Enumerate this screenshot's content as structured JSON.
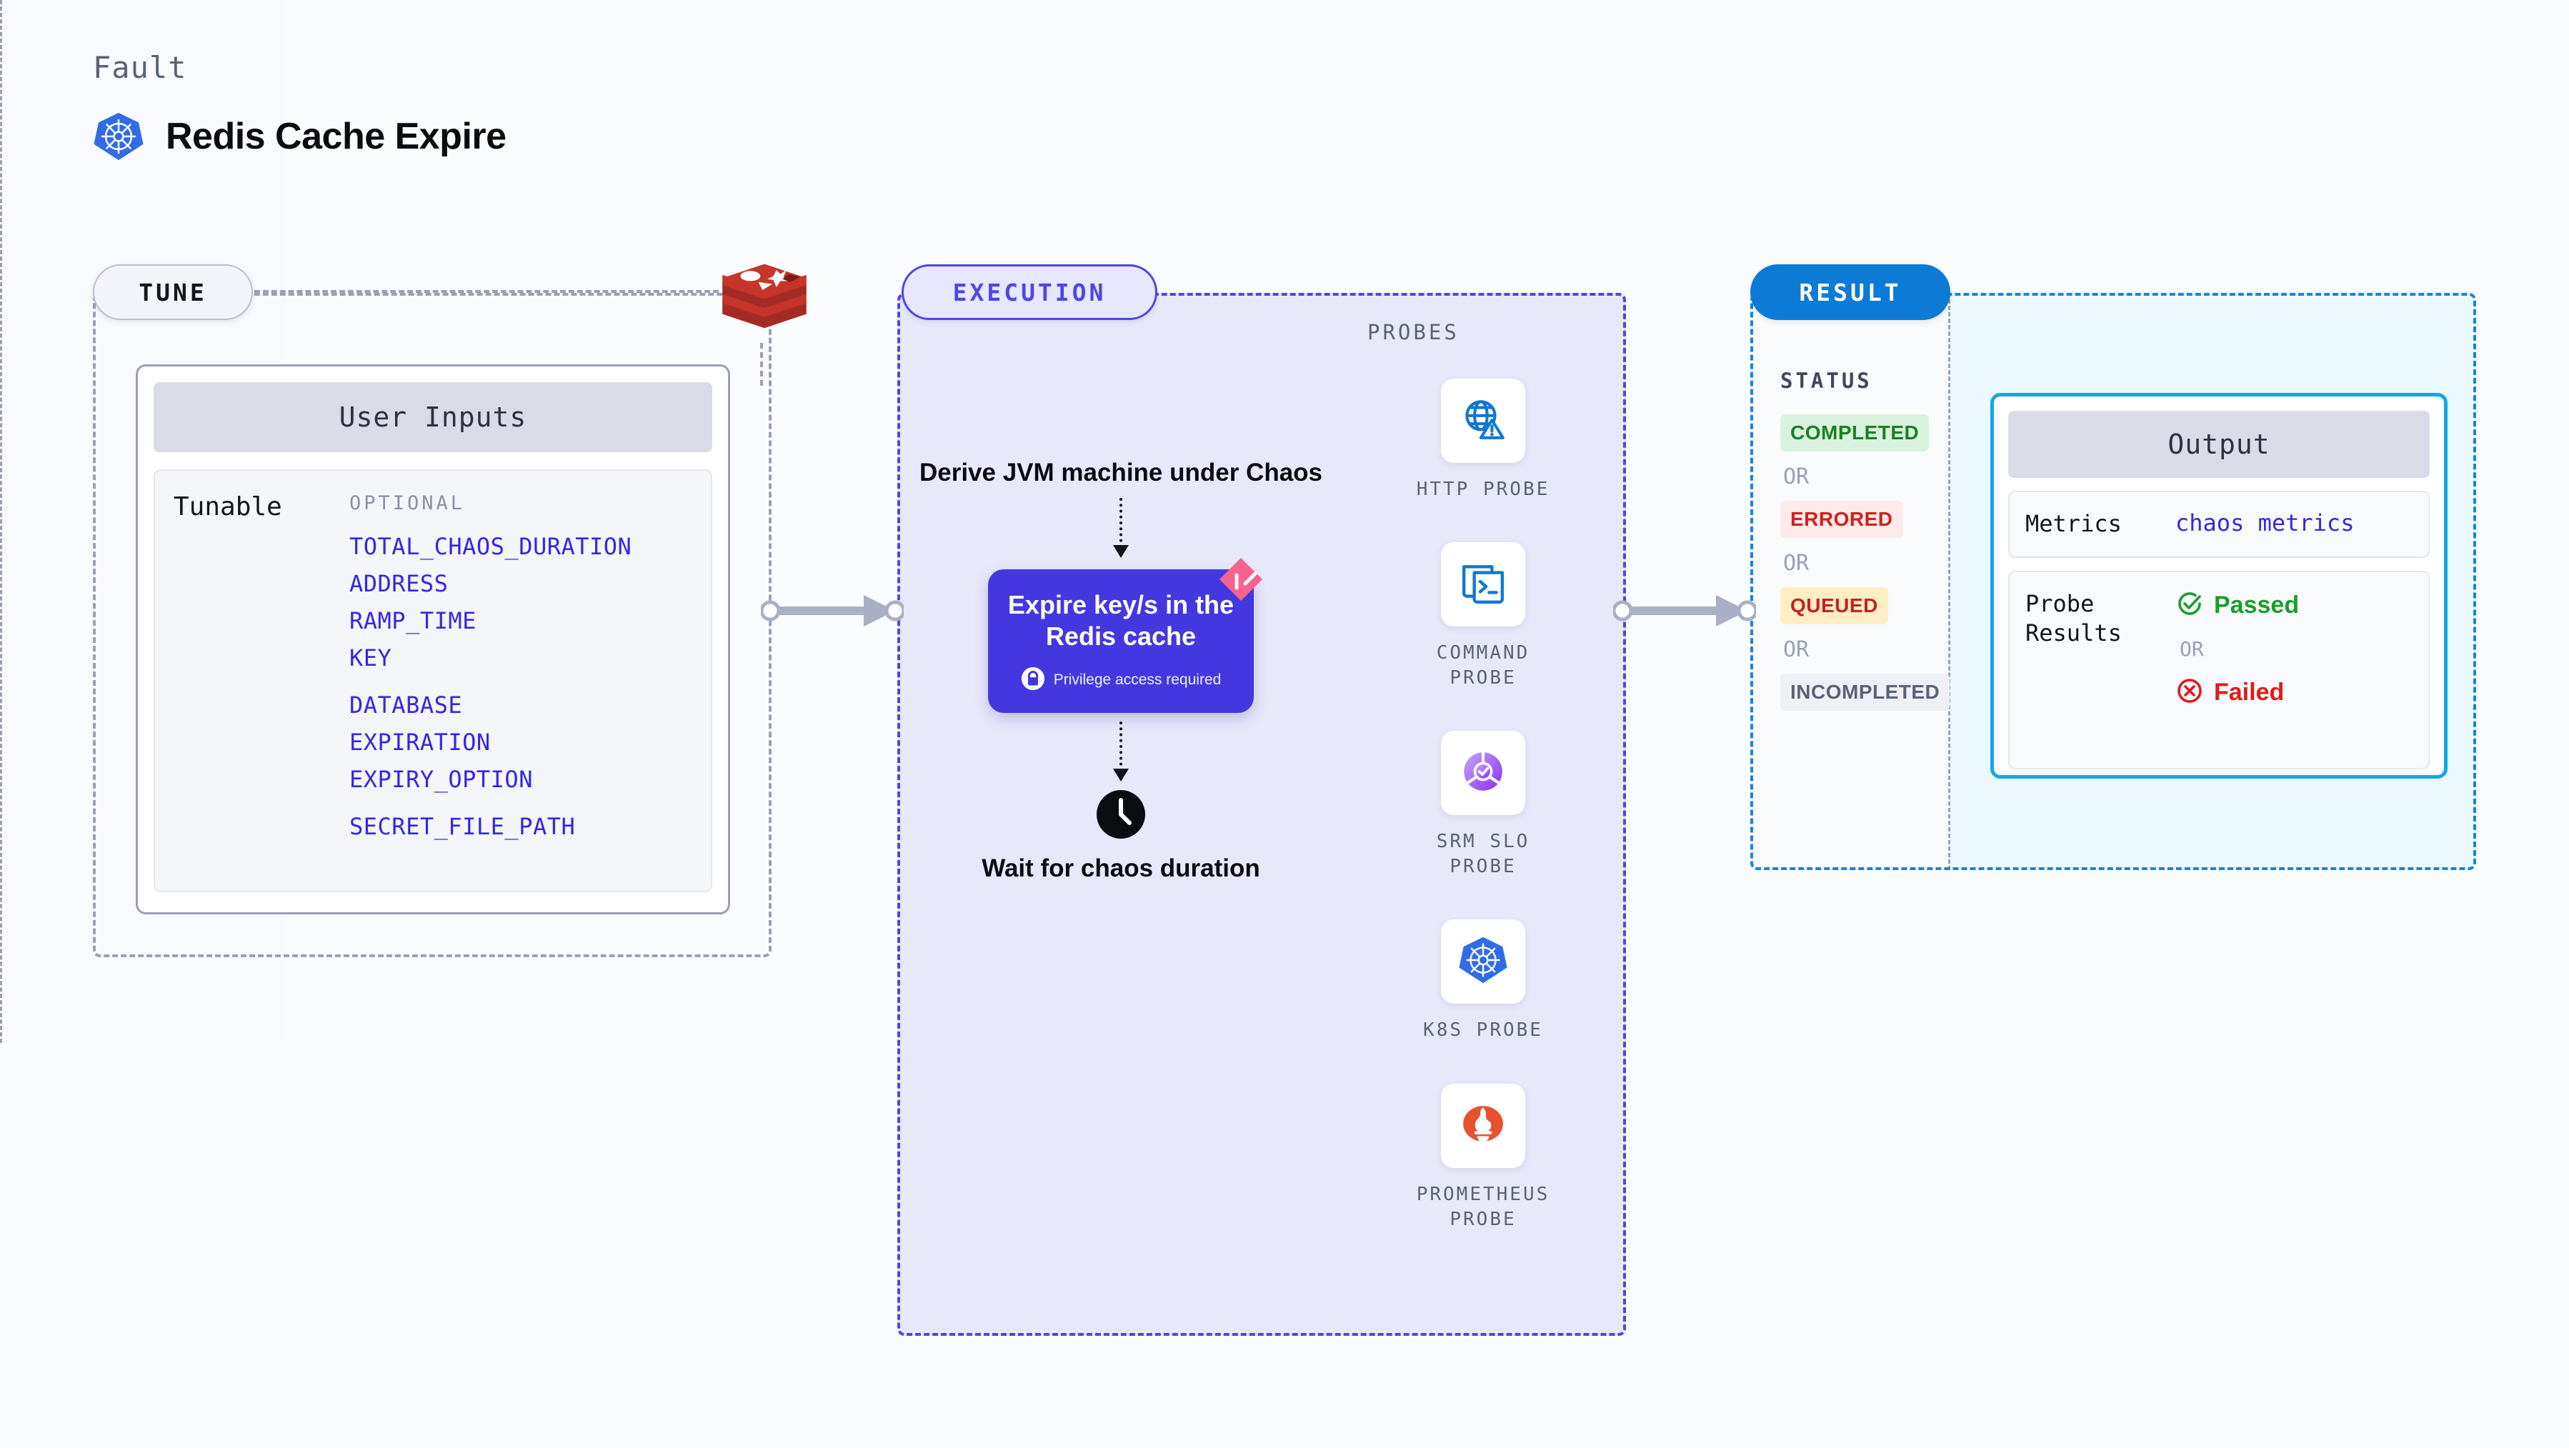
{
  "header": {
    "kind_label": "Fault",
    "title": "Redis Cache Expire",
    "icon": "kubernetes-helm-icon"
  },
  "stages": {
    "tune": {
      "pill_label": "TUNE",
      "source_icon": "redis-logo-icon"
    },
    "execution": {
      "pill_label": "EXECUTION"
    },
    "result": {
      "pill_label": "RESULT"
    }
  },
  "tune": {
    "card_title": "User Inputs",
    "tunable_label": "Tunable",
    "optional_label": "OPTIONAL",
    "tunables": [
      "TOTAL_CHAOS_DURATION",
      "ADDRESS",
      "RAMP_TIME",
      "KEY",
      "DATABASE",
      "EXPIRATION",
      "EXPIRY_OPTION",
      "SECRET_FILE_PATH"
    ]
  },
  "execution": {
    "derive_step": "Derive JVM machine under Chaos",
    "action_card": {
      "title": "Expire key/s in the Redis cache",
      "privilege_note": "Privilege access required",
      "lock_icon": "lock-icon",
      "ribbon_icon": "ribbon-badge-icon"
    },
    "wait_step": {
      "label": "Wait for chaos duration",
      "icon": "clock-icon"
    }
  },
  "probes": {
    "section_label": "PROBES",
    "items": [
      {
        "label": "HTTP PROBE",
        "icon": "globe-warning-icon"
      },
      {
        "label": "COMMAND PROBE",
        "icon": "terminal-icon"
      },
      {
        "label": "SRM SLO PROBE",
        "icon": "srm-slo-icon"
      },
      {
        "label": "K8S PROBE",
        "icon": "kubernetes-helm-icon"
      },
      {
        "label": "PROMETHEUS PROBE",
        "icon": "prometheus-torch-icon"
      }
    ]
  },
  "result": {
    "status_label": "STATUS",
    "or_label": "OR",
    "statuses": [
      {
        "label": "COMPLETED",
        "bg": "#d9f2dd",
        "fg": "#1a8025"
      },
      {
        "label": "ERRORED",
        "bg": "#fdeaea",
        "fg": "#cf2020"
      },
      {
        "label": "QUEUED",
        "bg": "#fdeec4",
        "fg": "#c32121"
      },
      {
        "label": "INCOMPLETED",
        "bg": "#eff0f5",
        "fg": "#5b6275"
      }
    ],
    "output": {
      "title": "Output",
      "metrics_key": "Metrics",
      "metrics_value": "chaos metrics",
      "probe_results_key": "Probe Results",
      "passed_label": "Passed",
      "failed_label": "Failed",
      "or_label": "OR",
      "passed_icon": "check-circle-icon",
      "failed_icon": "x-circle-icon"
    }
  },
  "colors": {
    "indigo": "#4f46e5",
    "card_purple": "#4338e0",
    "result_blue": "#0d7ad6",
    "output_cyan": "#13a6e8",
    "tunable_blue": "#3526e8",
    "pass_green": "#1a9e2b",
    "fail_red": "#e01b1b",
    "ribbon_pink": "#f8628f"
  }
}
